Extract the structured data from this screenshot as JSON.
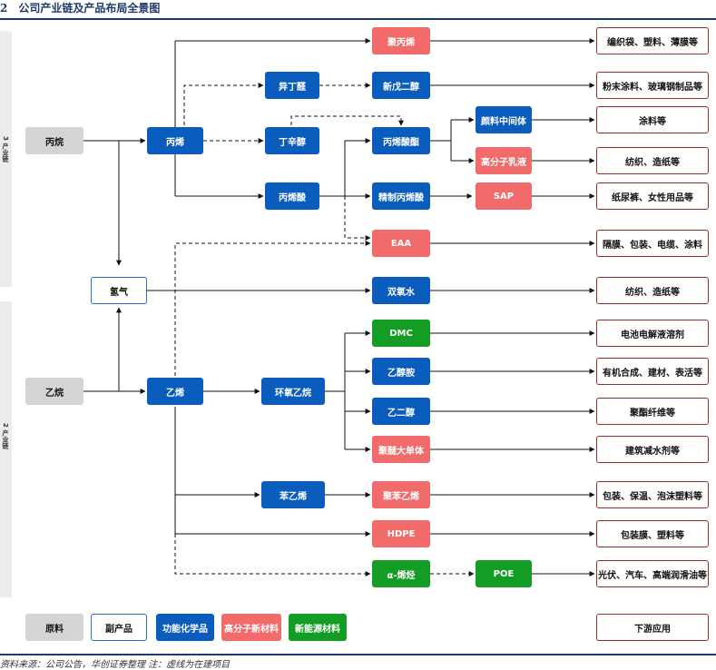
{
  "title": "2　公司产业链及产品布局全景图",
  "source": "资料来源：公司公告，华创证券整理 注：虚线为在建项目",
  "side_labels": {
    "top": "3 产业链",
    "bottom": "2 产业链"
  },
  "nodes": {
    "propane": "丙烷",
    "ethane": "乙烷",
    "hydrogen": "氢气",
    "propylene": "丙烯",
    "ethylene": "乙烯",
    "isobutyraldehyde": "异丁醛",
    "octanol": "丁辛醇",
    "acrylic_acid": "丙烯酸",
    "eo": "环氧乙烷",
    "styrene": "苯乙烯",
    "pp": "聚丙烯",
    "npg": "新戊二醇",
    "acrylate": "丙烯酸酯",
    "refined_aa": "精制丙烯酸",
    "eaa": "EAA",
    "h2o2": "双氧水",
    "dmc": "DMC",
    "eg_acid": "乙醇胺",
    "meg": "乙二醇",
    "polyether": "聚醚大单体",
    "ps": "聚苯乙烯",
    "hdpe": "HDPE",
    "aolefin": "α-烯烃",
    "coating_int": "颜料中间体",
    "emulsion": "高分子乳液",
    "sap": "SAP",
    "poe": "POE"
  },
  "downstream": {
    "pp": "编织袋、塑料、薄膜等",
    "npg": "粉末涂料、玻璃钢制品等",
    "coating": "涂料等",
    "emulsion": "纺织、造纸等",
    "sap": "纸尿裤、女性用品等",
    "eaa": "隔膜、包装、电缆、涂料",
    "h2o2": "纺织、造纸等",
    "dmc": "电池电解液溶剂",
    "eg_acid": "有机合成、建材、表活等",
    "meg": "聚酯纤维等",
    "polyether": "建筑减水剂等",
    "ps": "包装、保温、泡沫塑料等",
    "hdpe": "包装膜、塑料等",
    "poe": "光伏、汽车、高端润滑油等"
  },
  "legend": {
    "raw": "原料",
    "byproduct": "副产品",
    "functional": "功能化学品",
    "polymer": "高分子新材料",
    "new_energy": "新能源材料",
    "downstream": "下游应用"
  },
  "colors": {
    "functional": "#0a5cbd",
    "polymer": "#f26b6b",
    "new_energy": "#149d25",
    "raw": "#d4d4d4",
    "byproduct_border": "#2a6ebf",
    "downstream_border": "#9b2d2d"
  }
}
